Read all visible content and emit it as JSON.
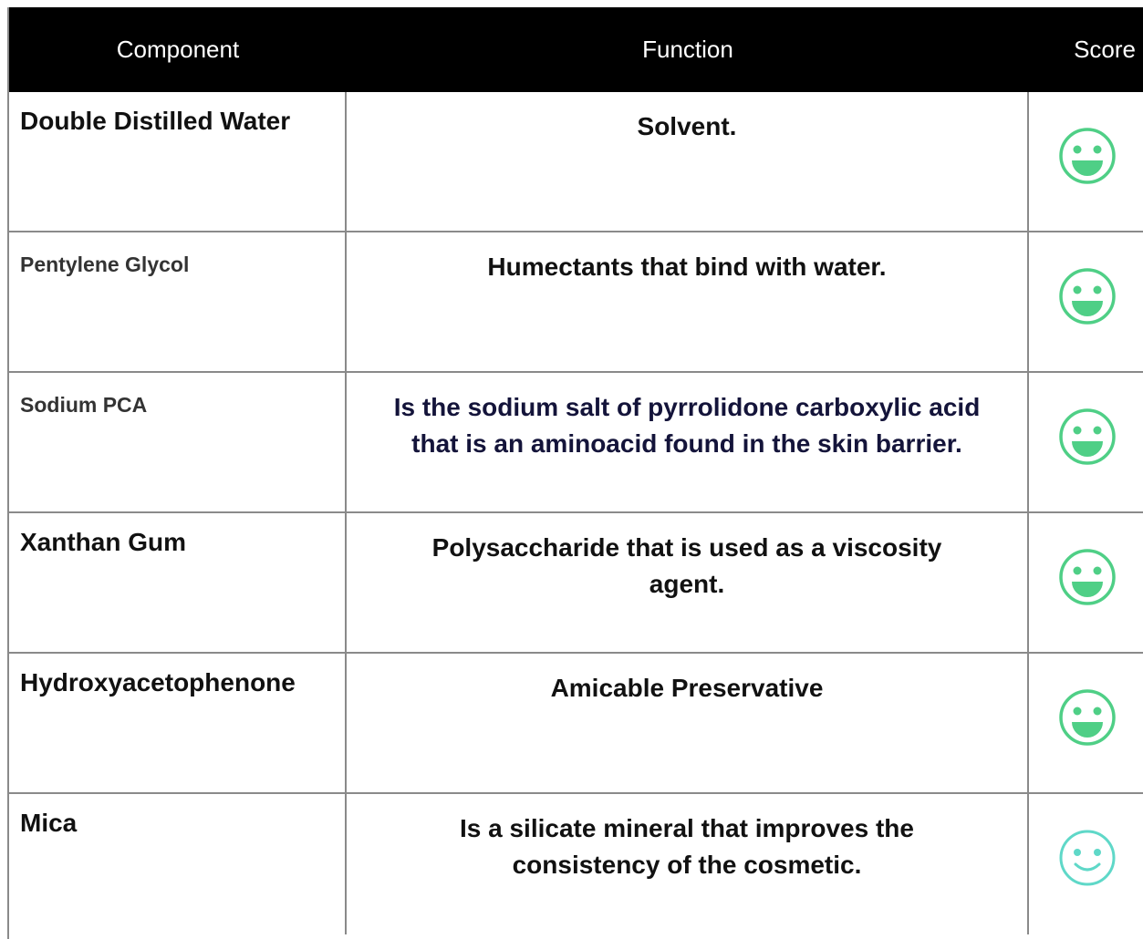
{
  "headers": {
    "component": "Component",
    "function": "Function",
    "score": "Score"
  },
  "colors": {
    "happy": "#4fcf86",
    "mild": "#5fd8c8"
  },
  "rows": [
    {
      "component": "Double Distilled Water",
      "function": "Solvent.",
      "score_icon": "happy-face-icon"
    },
    {
      "component": "Pentylene Glycol",
      "function": "Humectants that bind with water.",
      "score_icon": "happy-face-icon"
    },
    {
      "component": "Sodium PCA",
      "function": "Is the sodium salt of pyrrolidone carboxylic acid that is an aminoacid found in the skin barrier.",
      "score_icon": "happy-face-icon"
    },
    {
      "component": "Xanthan Gum",
      "function": "Polysaccharide that is used as a viscosity agent.",
      "score_icon": "happy-face-icon"
    },
    {
      "component": "Hydroxyacetophenone",
      "function": "Amicable Preservative",
      "score_icon": "happy-face-icon"
    },
    {
      "component": "Mica",
      "function": "Is a silicate mineral that improves the consistency of the cosmetic.",
      "score_icon": "smile-face-icon"
    }
  ]
}
